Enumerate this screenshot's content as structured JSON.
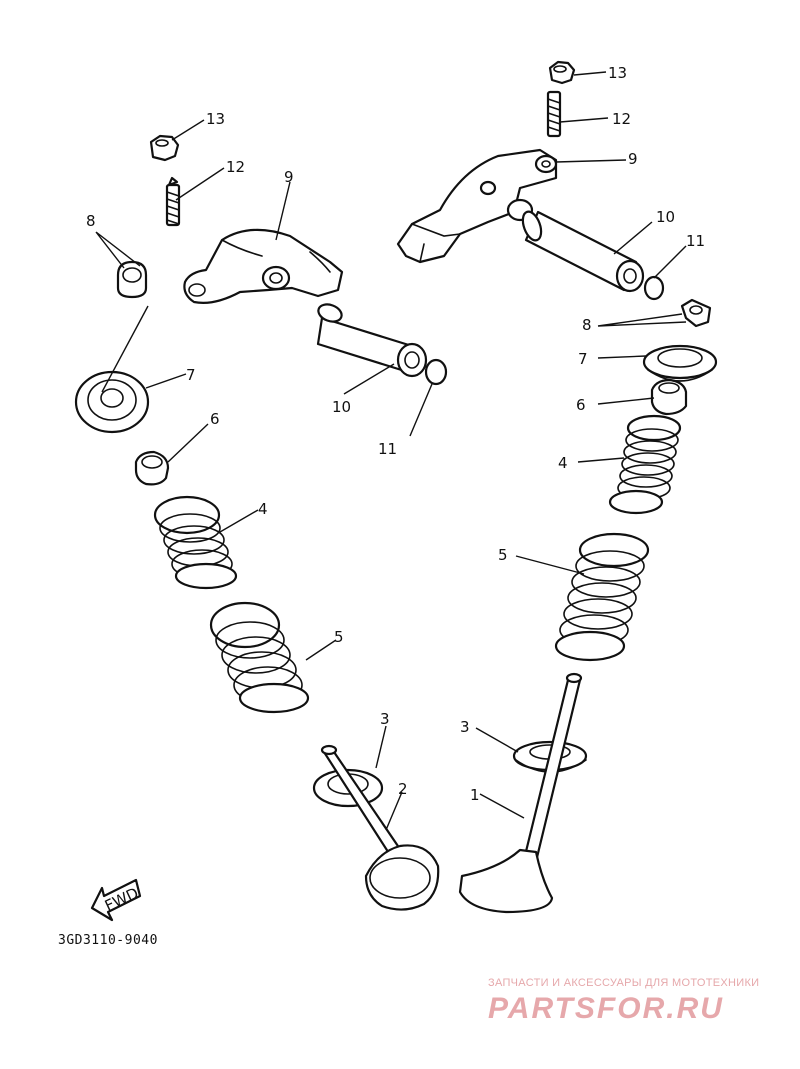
{
  "diagram": {
    "part_code": "3GD3110-9040",
    "fwd_label": "FWD",
    "watermark": {
      "tagline": "ЗАПЧАСТИ И АКСЕССУАРЫ ДЛЯ МОТОТЕХНИКИ",
      "logo": "PARTSFOR.RU"
    },
    "callouts": [
      {
        "id": "c13l",
        "text": "13"
      },
      {
        "id": "c12l",
        "text": "12"
      },
      {
        "id": "c9l",
        "text": "9"
      },
      {
        "id": "c8l",
        "text": "8"
      },
      {
        "id": "c7l",
        "text": "7"
      },
      {
        "id": "c10l",
        "text": "10"
      },
      {
        "id": "c11l",
        "text": "11"
      },
      {
        "id": "c6l",
        "text": "6"
      },
      {
        "id": "c4l",
        "text": "4"
      },
      {
        "id": "c5l",
        "text": "5"
      },
      {
        "id": "c3l",
        "text": "3"
      },
      {
        "id": "c2l",
        "text": "2"
      },
      {
        "id": "c13r",
        "text": "13"
      },
      {
        "id": "c12r",
        "text": "12"
      },
      {
        "id": "c9r",
        "text": "9"
      },
      {
        "id": "c10r",
        "text": "10"
      },
      {
        "id": "c11r",
        "text": "11"
      },
      {
        "id": "c8r",
        "text": "8"
      },
      {
        "id": "c7r",
        "text": "7"
      },
      {
        "id": "c6r",
        "text": "6"
      },
      {
        "id": "c4r",
        "text": "4"
      },
      {
        "id": "c5r",
        "text": "5"
      },
      {
        "id": "c3r",
        "text": "3"
      },
      {
        "id": "c1r",
        "text": "1"
      }
    ]
  }
}
